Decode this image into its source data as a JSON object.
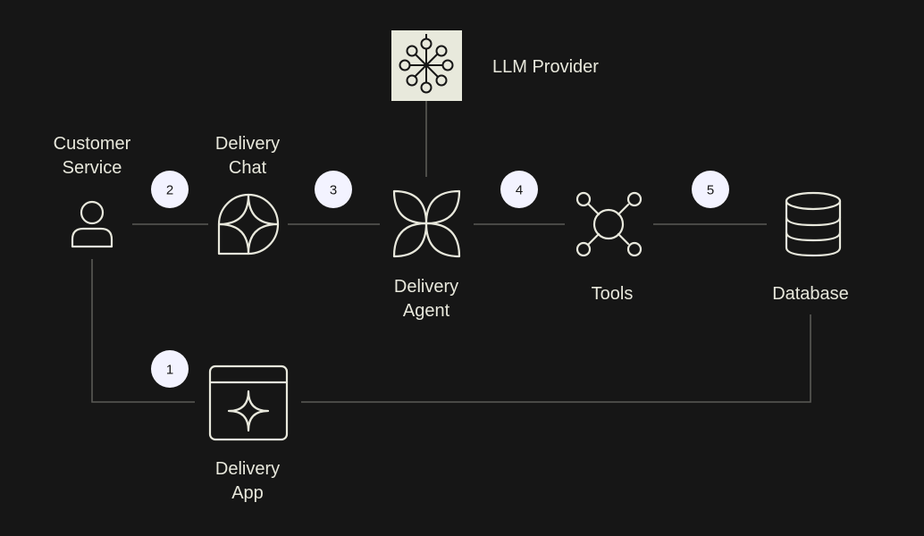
{
  "nodes": {
    "customer_service": {
      "line1": "Customer",
      "line2": "Service",
      "icon": "user-icon"
    },
    "delivery_chat": {
      "line1": "Delivery",
      "line2": "Chat",
      "icon": "chat-sparkle-icon"
    },
    "delivery_agent": {
      "line1": "Delivery",
      "line2": "Agent",
      "icon": "agent-petals-icon"
    },
    "llm_provider": {
      "label": "LLM Provider",
      "icon": "network-hub-icon"
    },
    "tools": {
      "label": "Tools",
      "icon": "tools-network-icon"
    },
    "database": {
      "label": "Database",
      "icon": "database-icon"
    },
    "delivery_app": {
      "line1": "Delivery",
      "line2": "App",
      "icon": "app-window-sparkle-icon"
    }
  },
  "steps": [
    "1",
    "2",
    "3",
    "4",
    "5"
  ],
  "colors": {
    "background": "#161616",
    "foreground": "#e8e8dc",
    "connector": "#5a5a56",
    "badge": "#f3f3ff",
    "llm_box": "#e8e9dc"
  }
}
